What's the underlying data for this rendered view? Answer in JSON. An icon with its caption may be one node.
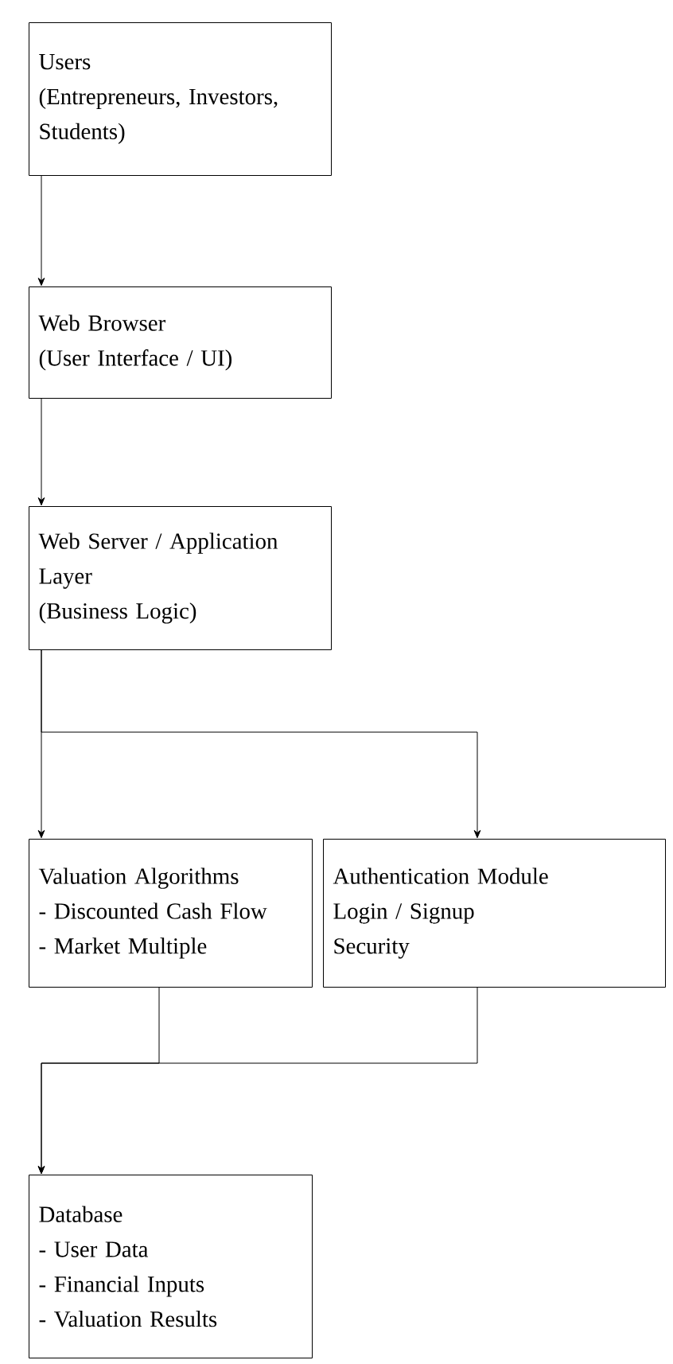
{
  "diagram": {
    "nodes": [
      {
        "text": [
          "Users",
          "(Entrepreneurs, Investors, Students)"
        ]
      },
      {
        "text": [
          "Web Browser",
          "(User Interface / UI)"
        ]
      },
      {
        "text": [
          "Web Server / Application Layer",
          "(Business Logic)"
        ]
      },
      {
        "text": [
          "Valuation Algorithms",
          "- Discounted Cash Flow",
          "- Market Multiple"
        ]
      },
      {
        "text": [
          "Authentication Module",
          "Login / Signup",
          "Security"
        ]
      },
      {
        "text": [
          "Database",
          "- User Data",
          "- Financial Inputs",
          "- Valuation Results"
        ]
      }
    ],
    "edges": [
      {
        "from": 0,
        "to": 1,
        "arrow": "to"
      },
      {
        "from": 1,
        "to": 2,
        "arrow": "to"
      },
      {
        "from": 2,
        "to": 3,
        "arrow": "to"
      },
      {
        "from": 2,
        "to": 4,
        "arrow": "to"
      },
      {
        "from": 3,
        "to": 5,
        "arrow": "to"
      },
      {
        "from": 4,
        "to": 5,
        "arrow": "to"
      }
    ]
  }
}
